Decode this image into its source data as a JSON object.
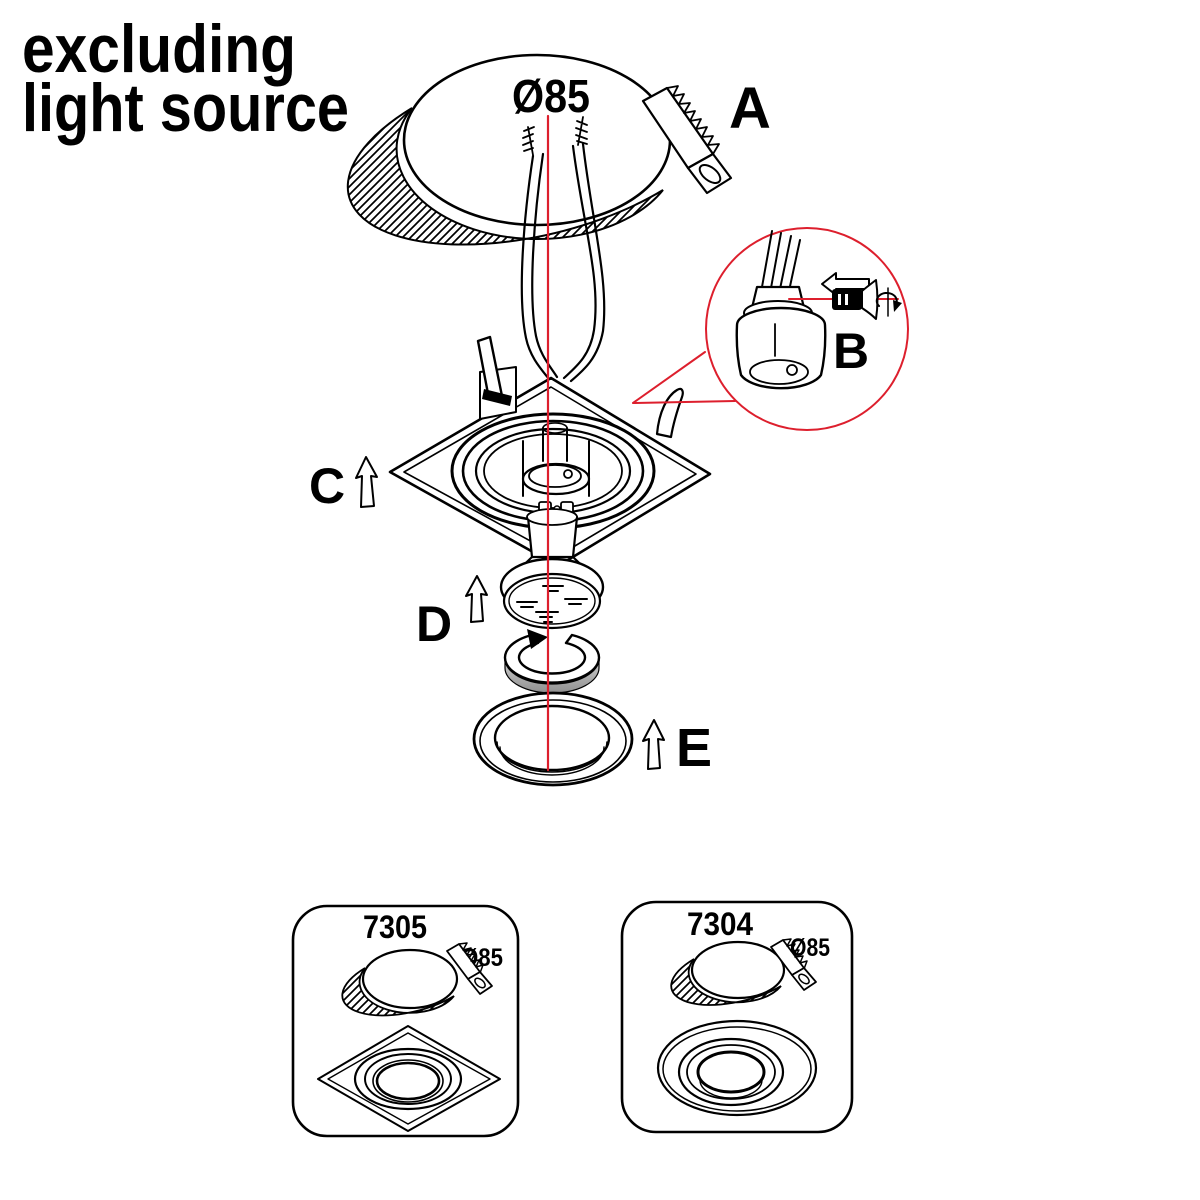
{
  "header": {
    "note_line1": "excluding",
    "note_line2": "light source"
  },
  "diagram": {
    "hole_label": "Ø85",
    "steps": {
      "a": "A",
      "b": "B",
      "c": "C",
      "d": "D",
      "e": "E"
    }
  },
  "products": [
    {
      "model": "7305",
      "hole_label": "Ø85",
      "trim_shape": "square"
    },
    {
      "model": "7304",
      "hole_label": "Ø85",
      "trim_shape": "round"
    }
  ],
  "colors": {
    "ink": "#000000",
    "accent_red": "#dd1f2d",
    "paper": "#ffffff"
  }
}
